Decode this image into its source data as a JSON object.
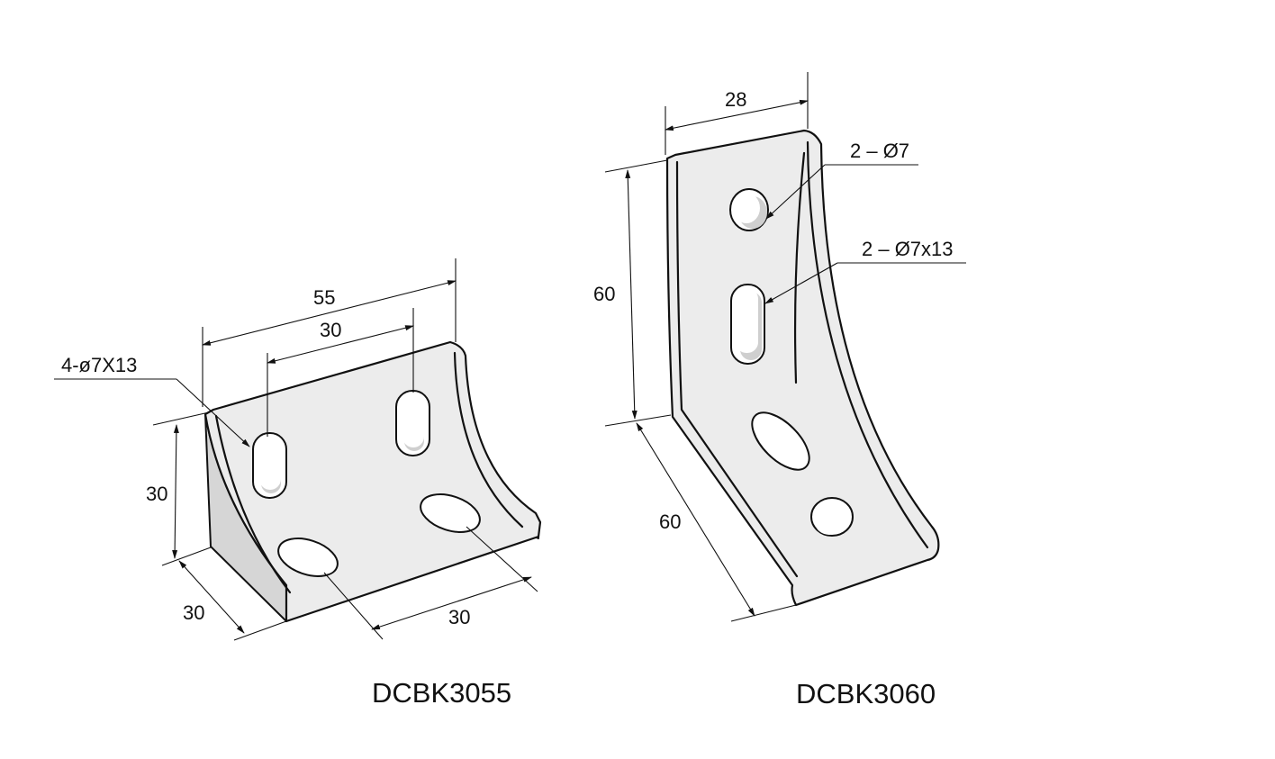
{
  "bracket_left": {
    "model": "DCBK3055",
    "dim_overall_width": "55",
    "dim_hole_spacing_top": "30",
    "dim_height": "30",
    "dim_depth": "30",
    "dim_hole_spacing_bottom": "30",
    "hole_callout": "4-ø7X13"
  },
  "bracket_right": {
    "model": "DCBK3060",
    "dim_width": "28",
    "dim_height": "60",
    "dim_depth": "60",
    "round_hole_callout": "2 – Ø7",
    "slot_hole_callout": "2 – Ø7x13"
  },
  "colors": {
    "line": "#111111",
    "face": "#ececec",
    "shade": "#d6d6d6"
  }
}
